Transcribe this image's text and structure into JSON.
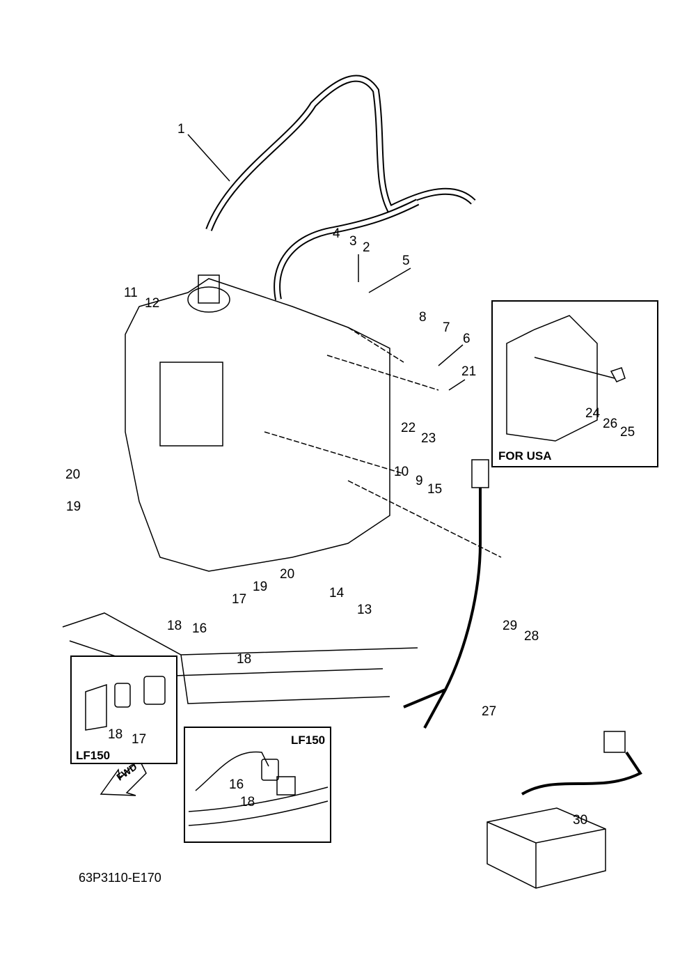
{
  "diagram": {
    "code": "63P3110-E170",
    "direction_label": "FWD",
    "callouts": [
      {
        "id": "1",
        "label": "1"
      },
      {
        "id": "2",
        "label": "2"
      },
      {
        "id": "3",
        "label": "3"
      },
      {
        "id": "4",
        "label": "4"
      },
      {
        "id": "5",
        "label": "5"
      },
      {
        "id": "6",
        "label": "6"
      },
      {
        "id": "7",
        "label": "7"
      },
      {
        "id": "8",
        "label": "8"
      },
      {
        "id": "9",
        "label": "9"
      },
      {
        "id": "10",
        "label": "10"
      },
      {
        "id": "11",
        "label": "11"
      },
      {
        "id": "12",
        "label": "12"
      },
      {
        "id": "13",
        "label": "13"
      },
      {
        "id": "14",
        "label": "14"
      },
      {
        "id": "15",
        "label": "15"
      },
      {
        "id": "16",
        "label": "16"
      },
      {
        "id": "17",
        "label": "17"
      },
      {
        "id": "18a",
        "label": "18"
      },
      {
        "id": "18b",
        "label": "18"
      },
      {
        "id": "19a",
        "label": "19"
      },
      {
        "id": "19b",
        "label": "19"
      },
      {
        "id": "20a",
        "label": "20"
      },
      {
        "id": "20b",
        "label": "20"
      },
      {
        "id": "21",
        "label": "21"
      },
      {
        "id": "22",
        "label": "22"
      },
      {
        "id": "23",
        "label": "23"
      },
      {
        "id": "27",
        "label": "27"
      },
      {
        "id": "28",
        "label": "28"
      },
      {
        "id": "29",
        "label": "29"
      },
      {
        "id": "30",
        "label": "30"
      }
    ],
    "insets": [
      {
        "title": "FOR USA",
        "callouts": [
          "24",
          "26",
          "25"
        ]
      },
      {
        "title": "LF150",
        "callouts": [
          "18",
          "17"
        ]
      },
      {
        "title": "LF150",
        "callouts": [
          "16",
          "18"
        ]
      }
    ]
  }
}
